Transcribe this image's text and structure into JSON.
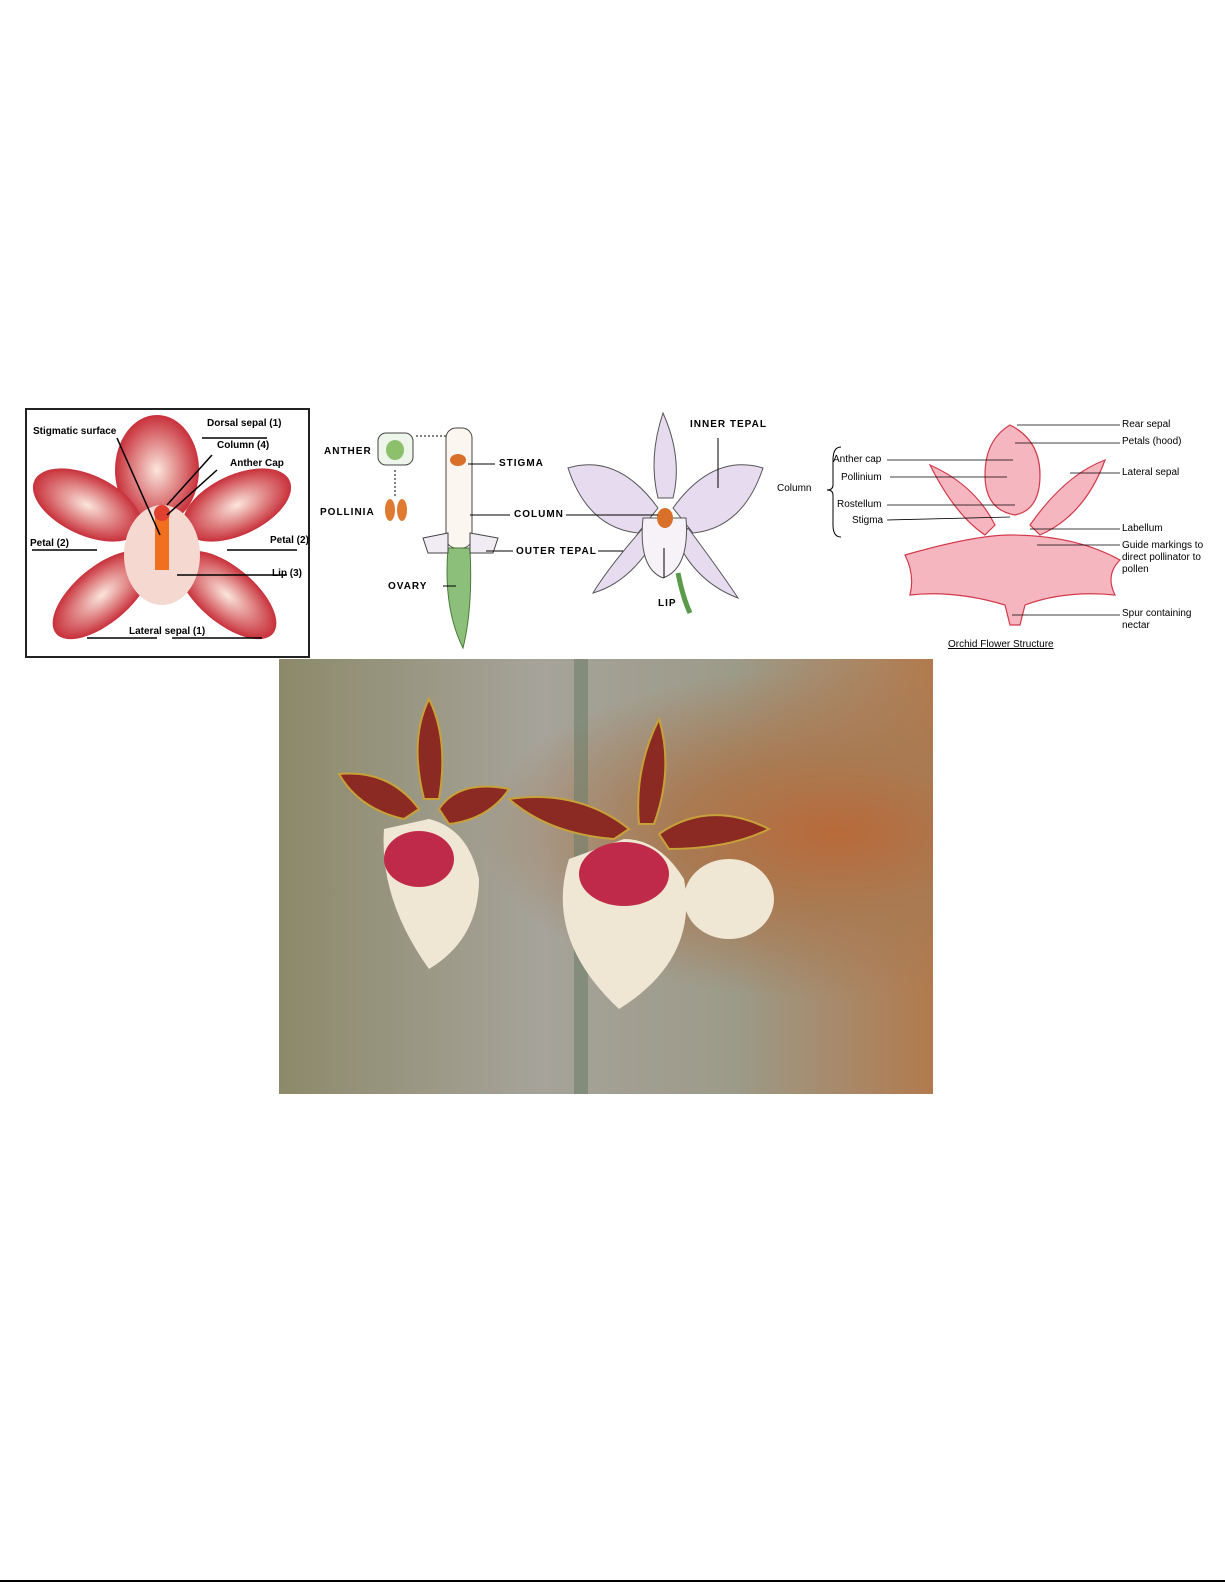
{
  "figure1": {
    "labels": {
      "stigmatic_surface": "Stigmatic surface",
      "dorsal_sepal": "Dorsal sepal (1)",
      "column": "Column (4)",
      "anther_cap": "Anther Cap",
      "petal_left": "Petal (2)",
      "petal_right": "Petal (2)",
      "lip": "Lip (3)",
      "lateral_sepal": "Lateral sepal (1)"
    }
  },
  "figure2": {
    "labels": {
      "anther": "ANTHER",
      "pollinia": "POLLINIA",
      "stigma": "STIGMA",
      "column": "COLUMN",
      "outer_tepal": "OUTER TEPAL",
      "ovary": "OVARY",
      "inner_tepal": "INNER TEPAL",
      "lip": "LIP"
    }
  },
  "figure3": {
    "caption": "Orchid Flower Structure",
    "labels": {
      "rear_sepal": "Rear sepal",
      "petals_hood": "Petals (hood)",
      "lateral_sepal": "Lateral sepal",
      "labellum": "Labellum",
      "guide": "Guide markings to direct pollinator to pollen",
      "spur": "Spur containing nectar",
      "column": "Column",
      "anther_cap": "Anther cap",
      "pollinium": "Pollinium",
      "rostellum": "Rostellum",
      "stigma": "Stigma"
    }
  },
  "photo": {
    "subject": "orchid-photo"
  },
  "colors": {
    "red": "#c8303a",
    "pink": "#f6b6c0",
    "lavender": "#e7dcef"
  }
}
